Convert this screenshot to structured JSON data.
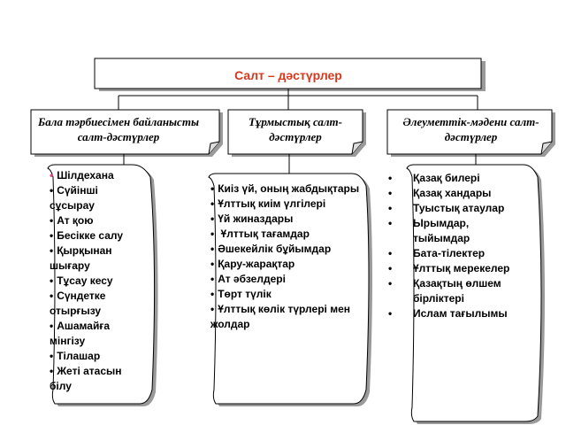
{
  "main_title": "Салт – дәстүрлер",
  "categories": [
    {
      "title": "Бала тәрбиесімен байланысты салт-дәстүрлер",
      "items": [
        "Шілдехана",
        "Сүйінші сұсырау",
        "Ат қою",
        "Бесікке салу",
        "Қырқынан шығару",
        "Тұсау кесу",
        "Сүндетке отырғызу",
        "Ашамайға мінгізу",
        "Тілашар",
        "Жеті атасын білу"
      ]
    },
    {
      "title": "Тұрмыстық салт- дәстүрлер",
      "items": [
        "Киіз үй, оның жабдықтары",
        "Ұлттық киім үлгілері",
        "Үй жиназдары",
        " Ұлттық тағамдар",
        "Әшекейлік бұйымдар",
        "Қару-жарақтар",
        "Ат әбзелдері",
        "Төрт түлік",
        "Ұлттық көлік түрлері мен жолдар"
      ]
    },
    {
      "title": "Әлеуметтік-мәдени салт-дәстүрлер",
      "items": [
        "Қазақ билері",
        "Қазақ хандары",
        "Туыстық атаулар",
        "Ырымдар, тыйымдар",
        "Бата-тілектер",
        "Ұлттық мерекелер",
        "Қазақтың өлшем бірліктері",
        "Ислам тағылымы"
      ]
    }
  ],
  "bullet_char": "•",
  "colors": {
    "title_text": "#d6381c",
    "line": "#000000",
    "box_fill": "#ffffff",
    "shadow": "#9a9a9a",
    "first_bullet": "#e84a7a"
  }
}
